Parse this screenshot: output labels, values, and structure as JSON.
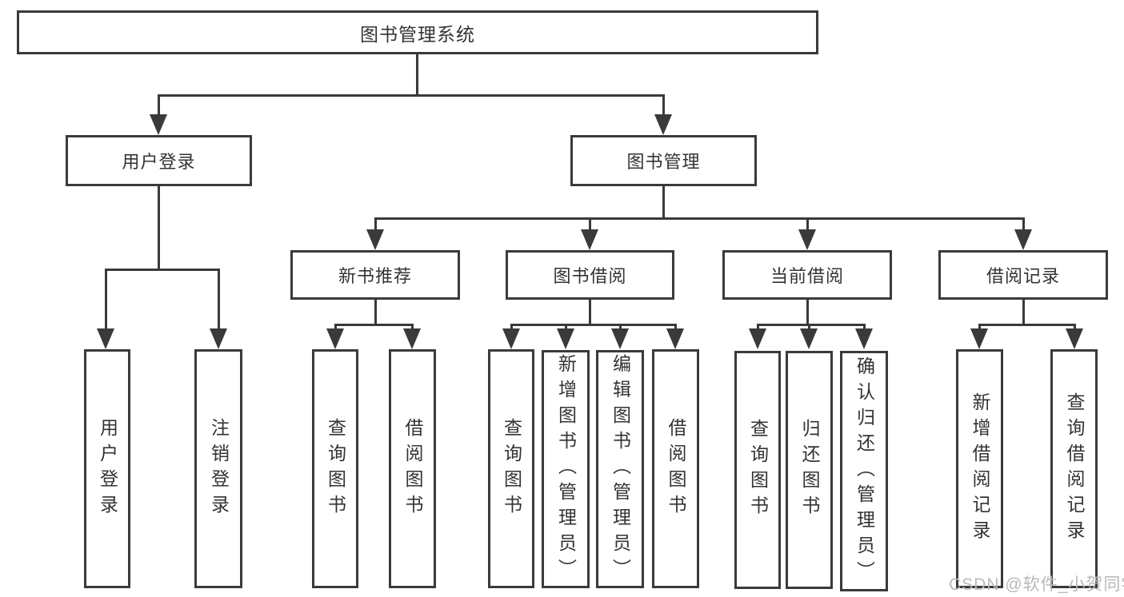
{
  "colors": {
    "line": "#3a3a3a",
    "text": "#333333",
    "background": "#ffffff",
    "watermark": "#b9b9b9"
  },
  "nodes": {
    "root": "图书管理系统",
    "user_login": "用户登录",
    "book_management": "图书管理",
    "new_book_recommend": "新书推荐",
    "book_borrow": "图书借阅",
    "current_borrow": "当前借阅",
    "borrow_records": "借阅记录",
    "leaf_user_login": "用户登录",
    "leaf_logout": "注销登录",
    "leaf_nb_query_books": "查询图书",
    "leaf_nb_borrow_books": "借阅图书",
    "leaf_bb_query_books": "查询图书",
    "leaf_bb_add_books": "新增图书（管理员）",
    "leaf_bb_edit_books": "编辑图书（管理员）",
    "leaf_bb_borrow_books": "借阅图书",
    "leaf_cb_query_books": "查询图书",
    "leaf_cb_return_books": "归还图书",
    "leaf_cb_confirm_return": "确认归还（管理员）",
    "leaf_br_add_record": "新增借阅记录",
    "leaf_br_query_record": "查询借阅记录"
  },
  "watermark": "CSDN @软件_小贺同学"
}
